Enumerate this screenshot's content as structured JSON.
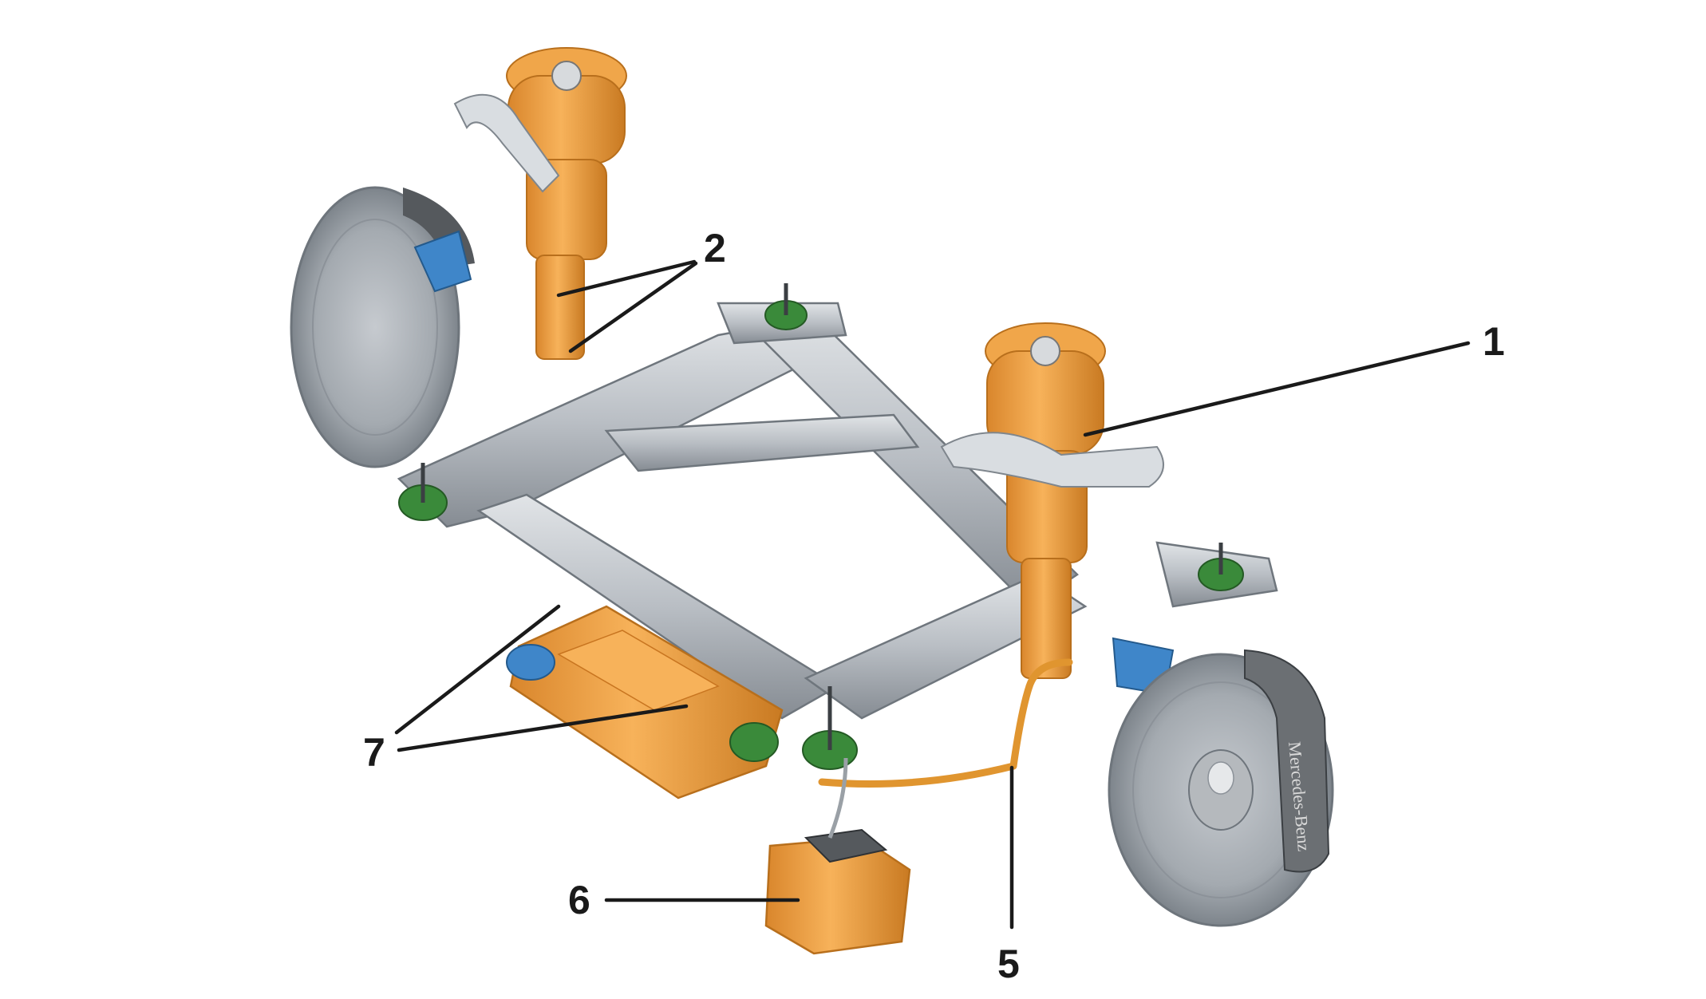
{
  "figure": {
    "brand_text": "Mercedes-Benz",
    "colors": {
      "frame_silver": "#b9bec4",
      "frame_dark": "#7f868d",
      "orange": "#f2a040",
      "orange_dark": "#c87520",
      "blue": "#3f86c9",
      "green": "#3a8a3a",
      "lilac": "#b58fc4",
      "brake_grey": "#9aa0a6",
      "caliper_grey": "#6b6f73",
      "leader": "#1a1a1a"
    },
    "callouts": [
      {
        "id": "1",
        "label": "1"
      },
      {
        "id": "2",
        "label": "2"
      },
      {
        "id": "5",
        "label": "5"
      },
      {
        "id": "6",
        "label": "6"
      },
      {
        "id": "7",
        "label": "7"
      }
    ]
  }
}
